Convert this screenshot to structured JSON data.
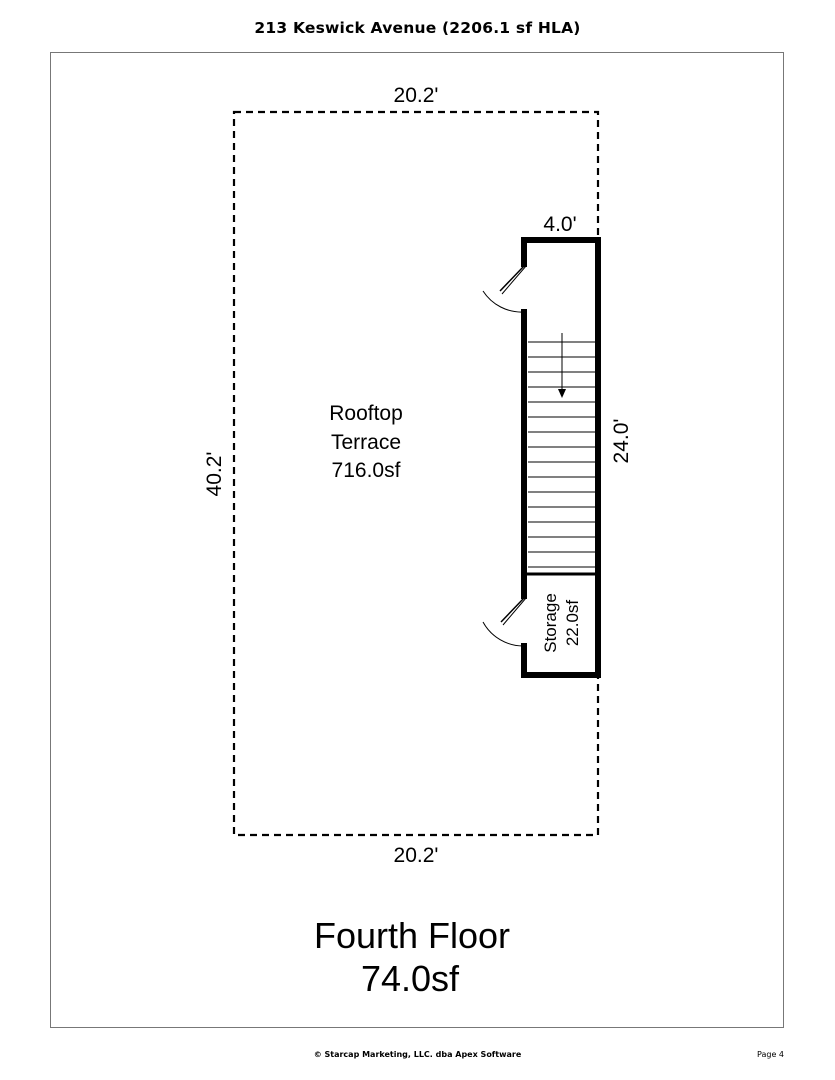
{
  "header": {
    "title": "213 Keswick Avenue (2206.1 sf HLA)"
  },
  "plan": {
    "dimensions": {
      "top": "20.2'",
      "bottom": "20.2'",
      "left": "40.2'",
      "stair_top": "4.0'",
      "stair_right": "24.0'"
    },
    "rooms": {
      "terrace": {
        "name_line1": "Rooftop",
        "name_line2": "Terrace",
        "area": "716.0sf"
      },
      "storage": {
        "name": "Storage",
        "area": "22.0sf"
      }
    },
    "floor": {
      "name": "Fourth Floor",
      "area": "74.0sf"
    }
  },
  "footer": {
    "copyright": "© Starcap Marketing, LLC. dba Apex Software",
    "page": "Page 4"
  }
}
